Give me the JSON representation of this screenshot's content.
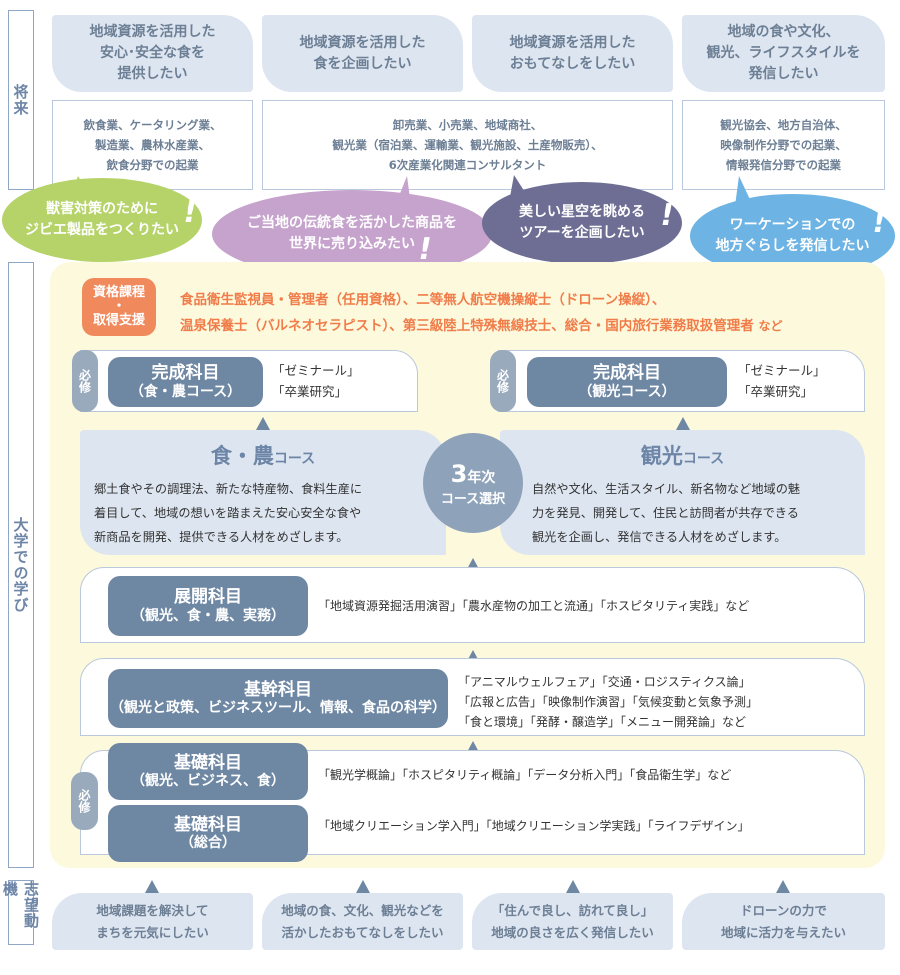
{
  "side_labels": {
    "future": "将来",
    "university": "大学での学び",
    "motivation": "志望動機"
  },
  "future_cards": [
    "地域資源を活用した\n安心･安全な食を\n提供したい",
    "地域資源を活用した\n食を企画したい",
    "地域資源を活用した\nおもてなしをしたい",
    "地域の食や文化、\n観光、ライフスタイルを\n発信したい"
  ],
  "career_boxes": [
    "飲食業、ケータリング業、\n製造業、農林水産業、\n飲食分野での起業",
    "卸売業、小売業、地域商社、\n観光業（宿泊業、運輸業、観光施設、土産物販売）、\n6次産業化関連コンサルタント",
    "観光協会、地方自治体、\n映像制作分野での起業、\n情報発信分野での起業"
  ],
  "bubbles": [
    "獣害対策のために\nジビエ製品をつくりたい",
    "ご当地の伝統食を活かした商品を\n世界に売り込みたい",
    "美しい星空を眺める\nツアーを企画したい",
    "ワーケーションでの\n地方ぐらしを発信したい"
  ],
  "bubble_mark": "!",
  "colors": {
    "green": "#b6d36a",
    "purple": "#c6a3cc",
    "navy": "#6e6e95",
    "blue": "#6db4e4",
    "orange": "#f08a5d",
    "slate": "#6e87a3",
    "yellow": "#fdf9dc"
  },
  "qualification": {
    "badge": "資格課程\n・\n取得支援",
    "line1": "食品衛生監視員・管理者（任用資格）、二等無人航空機操縦士（ドローン操縦）、",
    "line2": "温泉保養士（バルネオセラピスト）、第三級陸上特殊無線技士、総合・国内旅行業務取扱管理者",
    "line2_suffix": "など"
  },
  "required_label": "必修",
  "completion": [
    {
      "title": "完成科目",
      "sub": "（食・農コース）",
      "items": "「ゼミナール」\n「卒業研究」"
    },
    {
      "title": "完成科目",
      "sub": "（観光コース）",
      "items": "「ゼミナール」\n「卒業研究」"
    }
  ],
  "courses": [
    {
      "name": "食・農",
      "suffix": "コース",
      "text": "郷土食やその調理法、新たな特産物、食料生産に\n着目して、地域の想いを踏まえた安心安全な食や\n新商品を開発、提供できる人材をめざします。"
    },
    {
      "name": "観光",
      "suffix": "コース",
      "text": "自然や文化、生活スタイル、新名物など地域の魅\n力を発見、開発して、住民と訪問者が共存できる\n観光を企画し、発信できる人材をめざします。"
    }
  ],
  "course_select": {
    "year": "3",
    "year_suffix": "年次",
    "label": "コース選択"
  },
  "subjects": [
    {
      "title": "展開科目",
      "sub": "（観光、食・農、実務）",
      "items": "「地域資源発掘活用演習」「農水産物の加工と流通」「ホスピタリティ実践」など"
    },
    {
      "title": "基幹科目",
      "sub": "（観光と政策、ビジネスツール、情報、食品の科学）",
      "items": "「アニマルウェルフェア」「交通・ロジスティクス論」\n「広報と広告」「映像制作演習」「気候変動と気象予測」\n「食と環境」「発酵・醸造学」「メニュー開発論」など"
    },
    {
      "title": "基礎科目",
      "sub": "（観光、ビジネス、食）",
      "items": "「観光学概論」「ホスピタリティ概論」「データ分析入門」「食品衛生学」など"
    },
    {
      "title": "基礎科目",
      "sub": "（総合）",
      "items": "「地域クリエーション学入門」「地域クリエーション学実践」「ライフデザイン」"
    }
  ],
  "motivations": [
    "地域課題を解決して\nまちを元気にしたい",
    "地域の食、文化、観光などを\n活かしたおもてなしをしたい",
    "「住んで良し、訪れて良し」\n地域の良さを広く発信したい",
    "ドローンの力で\n地域に活力を与えたい"
  ]
}
